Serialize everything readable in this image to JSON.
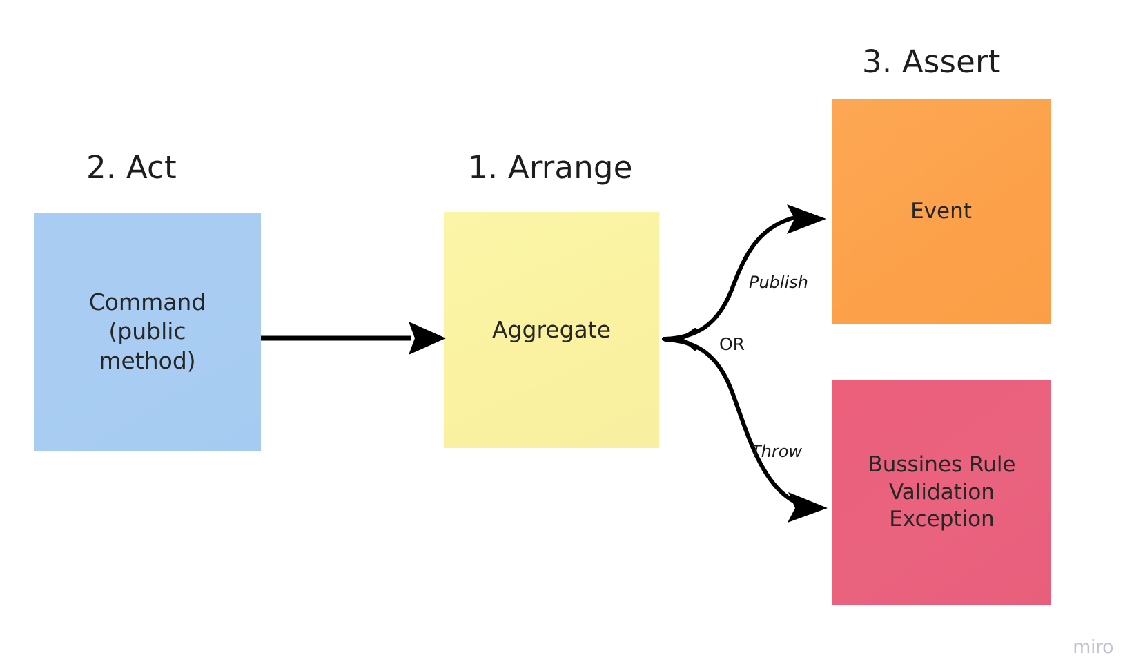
{
  "diagram": {
    "type": "flow-diagram",
    "background_color": "#ffffff",
    "titles": {
      "act": "2. Act",
      "arrange": "1. Arrange",
      "assert": "3. Assert"
    },
    "notes": [
      {
        "id": "command",
        "label": "Command\n(public\nmethod)",
        "color": "#a9cdf2",
        "section": "2. Act"
      },
      {
        "id": "aggregate",
        "label": "Aggregate",
        "color": "#faf2a0",
        "section": "1. Arrange"
      },
      {
        "id": "event",
        "label": "Event",
        "color": "#fca14a",
        "section": "3. Assert"
      },
      {
        "id": "exception",
        "label": "Bussines Rule\nValidation\nException",
        "color": "#e9627e",
        "section": "3. Assert"
      }
    ],
    "edges": [
      {
        "id": "command-to-aggregate",
        "label": "",
        "from": "command",
        "to": "aggregate"
      },
      {
        "id": "aggregate-to-event",
        "label": "Publish",
        "from": "aggregate",
        "to": "event"
      },
      {
        "id": "branch-connector",
        "label": "OR",
        "from": "aggregate",
        "to": ""
      },
      {
        "id": "aggregate-to-exception",
        "label": "Throw",
        "from": "aggregate",
        "to": "exception"
      }
    ],
    "arrow_color": "#000000"
  },
  "watermark": {
    "text": "miro"
  }
}
